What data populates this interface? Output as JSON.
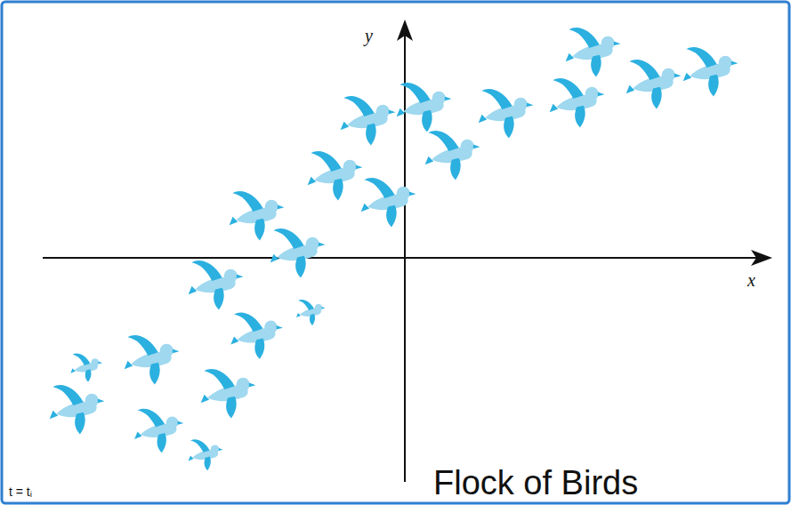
{
  "diagram": {
    "labels": [
      "y",
      "x",
      "Flock of Birds",
      "t = tᵢ"
    ]
  }
}
